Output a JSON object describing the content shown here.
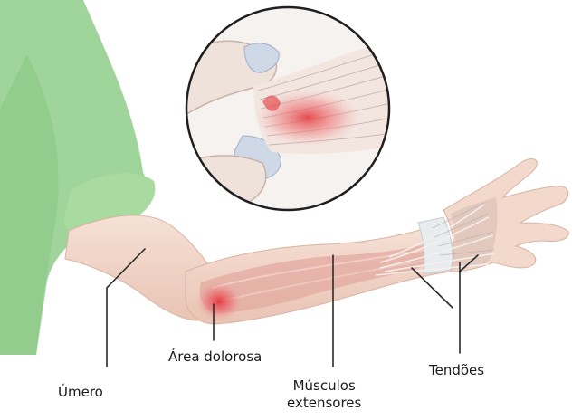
{
  "labels": {
    "umero": "Úmero",
    "area_dolorosa": "Área dolorosa",
    "musculos_line1": "Músculos",
    "musculos_line2": "extensores",
    "tendoes": "Tendões"
  },
  "colors": {
    "shirt": "#9fd49a",
    "shirt_shadow": "#7fbf79",
    "skin": "#f3d8cc",
    "skin_shadow": "#e4bfae",
    "muscle": "#e3a9a0",
    "inflammation": "#e8323c",
    "tendon": "#f4f1ee",
    "bone": "#cfd8e6",
    "line": "#2b2b2b"
  }
}
